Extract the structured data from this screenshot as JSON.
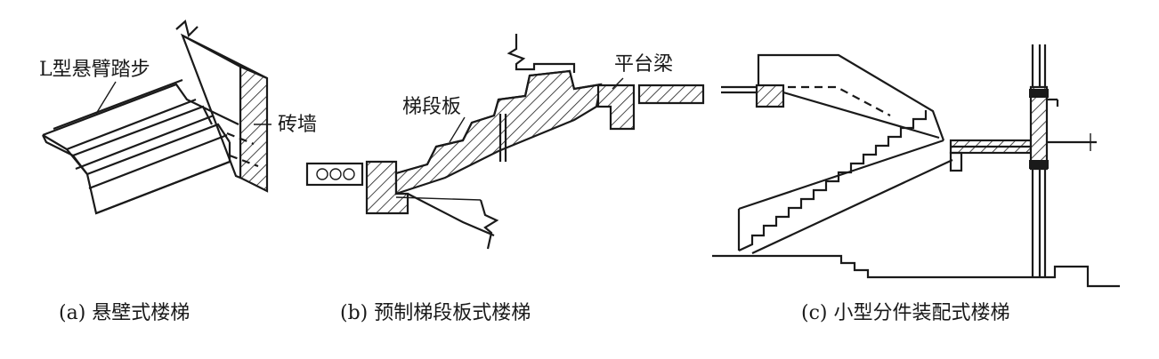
{
  "panels": {
    "a": {
      "label_step": "L型悬臂踏步",
      "label_wall": "砖墙",
      "caption": "(a) 悬壁式楼梯"
    },
    "b": {
      "label_slab": "梯段板",
      "label_beam": "平台梁",
      "caption": "(b) 预制梯段板式楼梯"
    },
    "c": {
      "caption": "(c) 小型分件装配式楼梯"
    }
  }
}
